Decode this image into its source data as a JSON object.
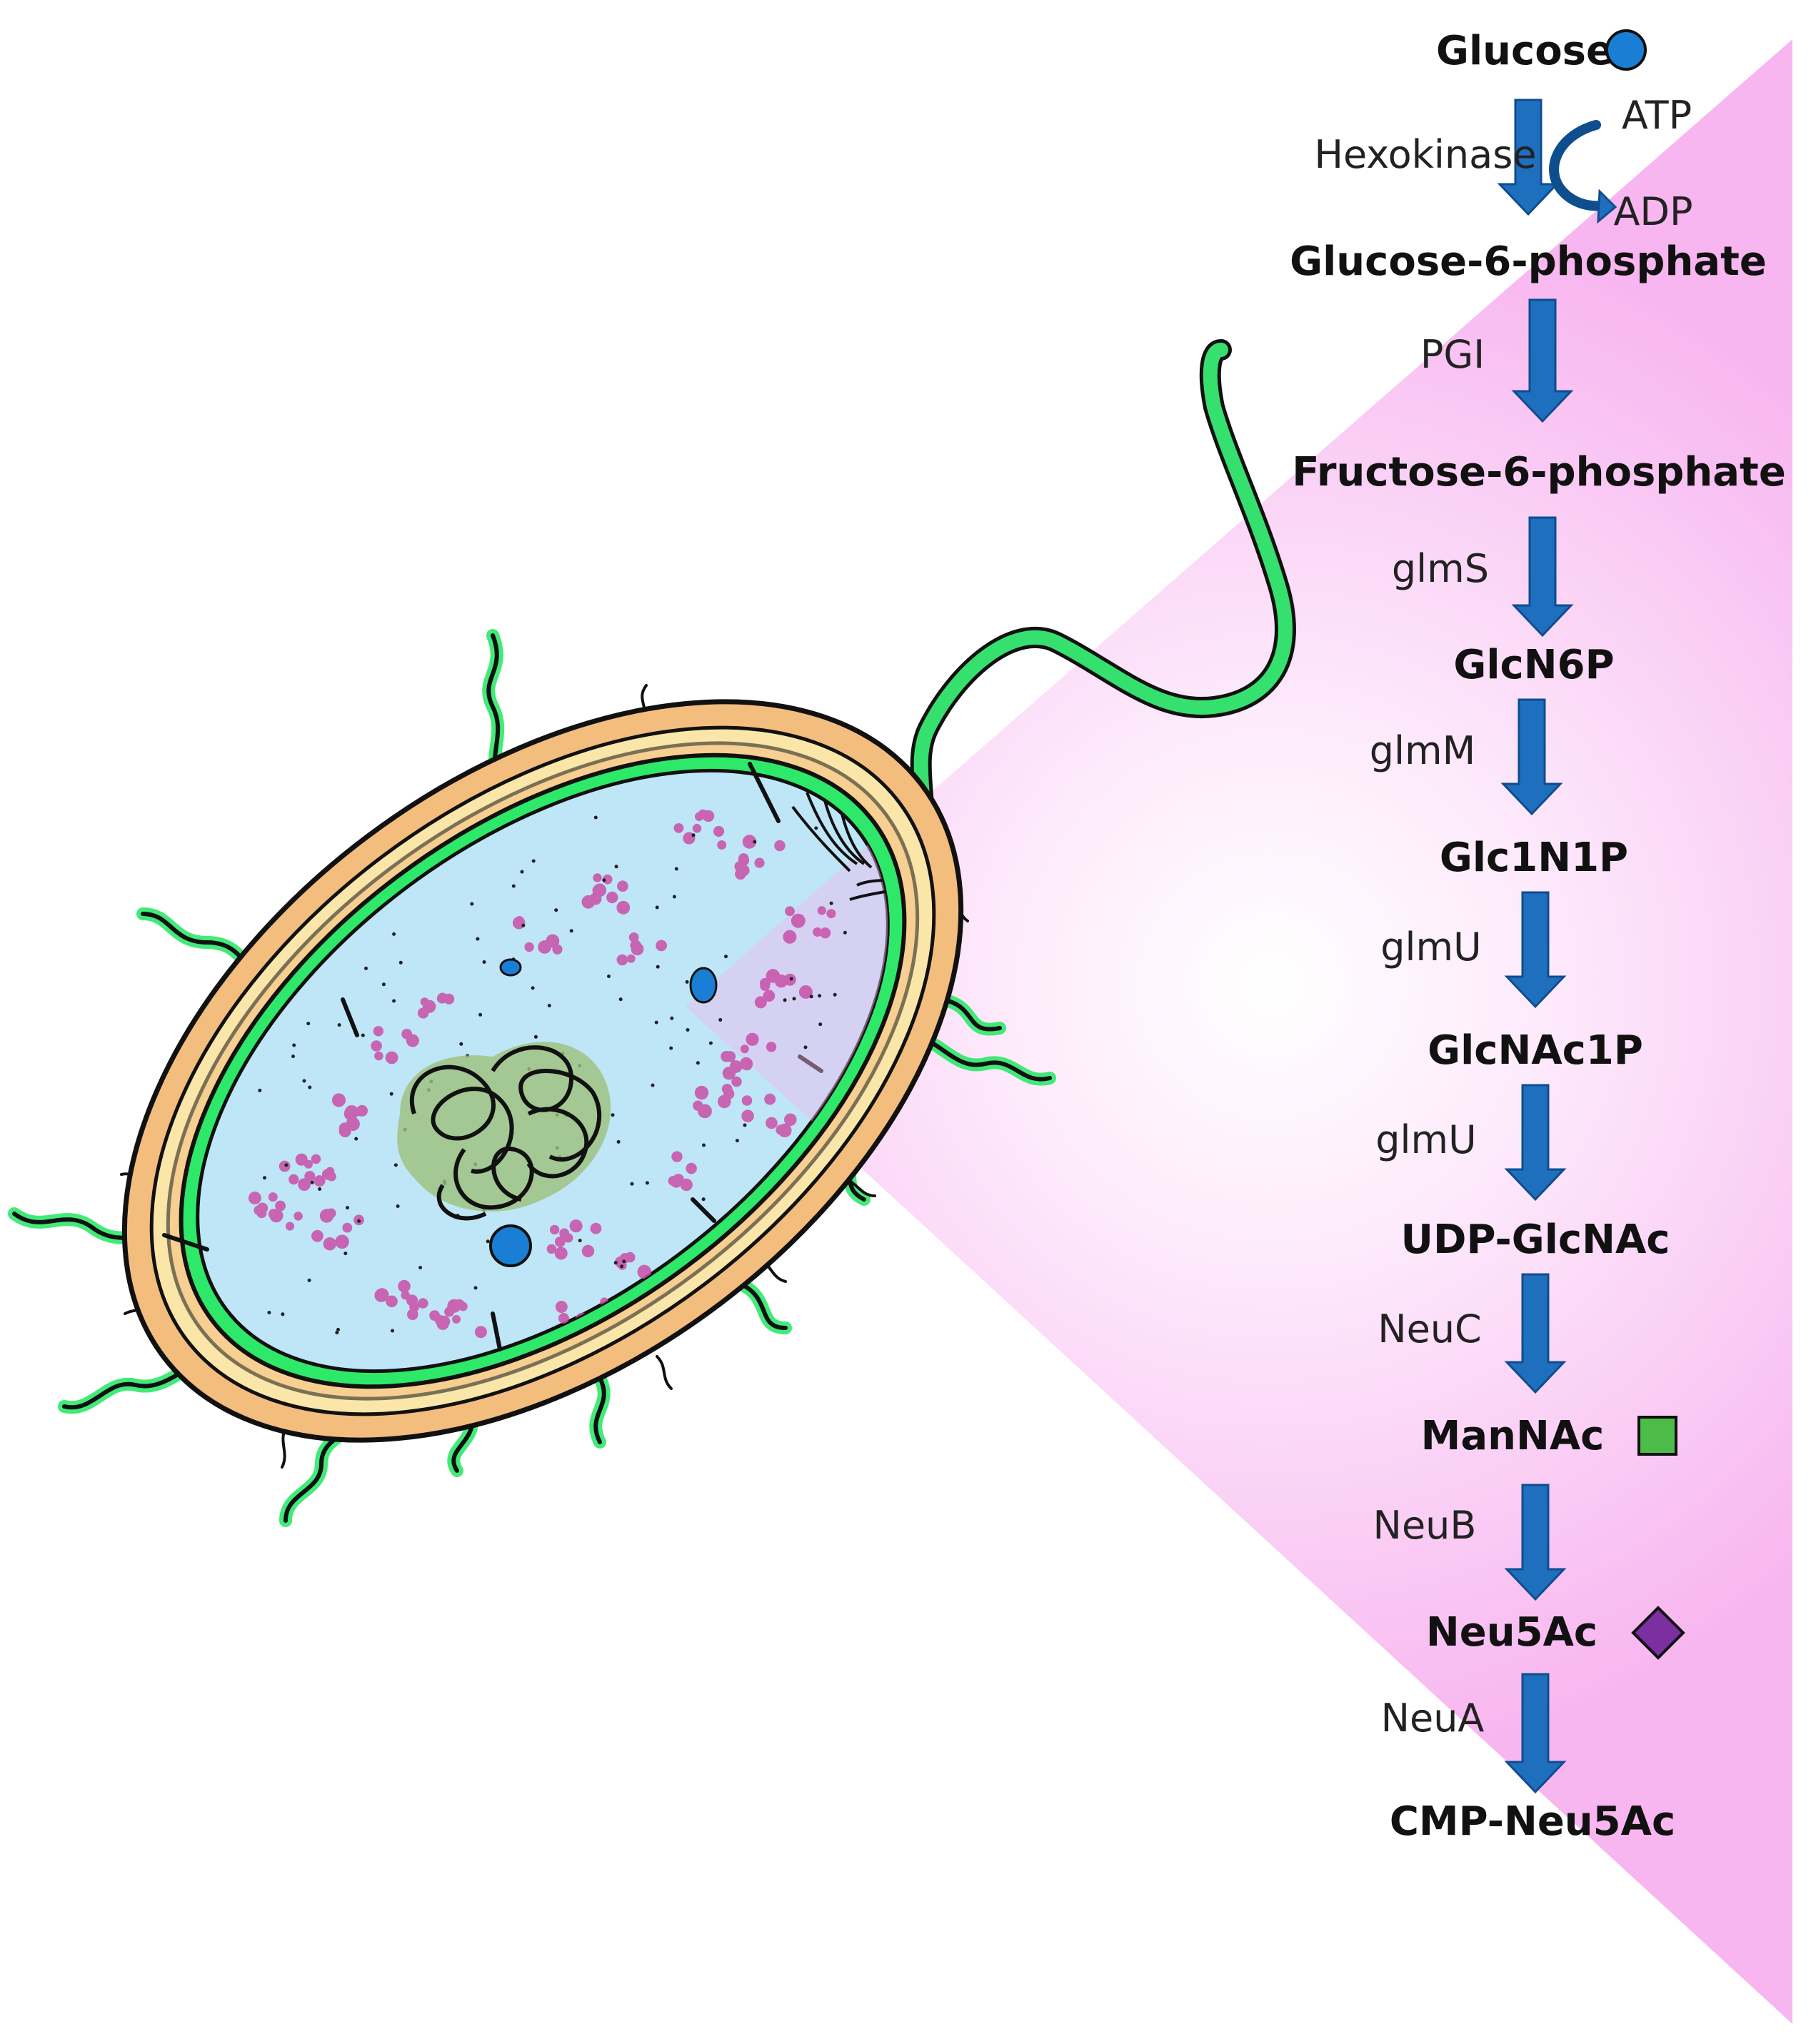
{
  "pathway": {
    "metabolites": [
      {
        "name": "Glucose",
        "symbol": "blue-circle"
      },
      {
        "name": "Glucose-6-phosphate"
      },
      {
        "name": "Fructose-6-phosphate"
      },
      {
        "name": "GlcN6P"
      },
      {
        "name": "Glc1N1P"
      },
      {
        "name": "GlcNAc1P"
      },
      {
        "name": "UDP-GlcNAc"
      },
      {
        "name": "ManNAc",
        "symbol": "green-square"
      },
      {
        "name": "Neu5Ac",
        "symbol": "purple-diamond"
      },
      {
        "name": "CMP-Neu5Ac"
      }
    ],
    "enzymes": [
      {
        "name": "Hexokinase"
      },
      {
        "name": "PGI"
      },
      {
        "name": "glmS"
      },
      {
        "name": "glmM"
      },
      {
        "name": "glmU"
      },
      {
        "name": "glmU"
      },
      {
        "name": "NeuC"
      },
      {
        "name": "NeuB"
      },
      {
        "name": "NeuA"
      }
    ],
    "cofactors": {
      "in": "ATP",
      "out": "ADP"
    }
  },
  "colors": {
    "arrow": "#1f6fbf",
    "glucose_symbol": "#1a7fd4",
    "mannac_symbol": "#4cbb47",
    "neu5ac_symbol": "#7b2fa0",
    "zoom_cone": "#f7b7f0",
    "cytoplasm": "#bfe6f7",
    "outer_membrane": "#f3bd7e",
    "periplasm": "#fbe6a9",
    "inner_membrane": "#2ee86a",
    "ribosome": "#c94fa8",
    "nucleoid_halo": "#9ec07a"
  }
}
